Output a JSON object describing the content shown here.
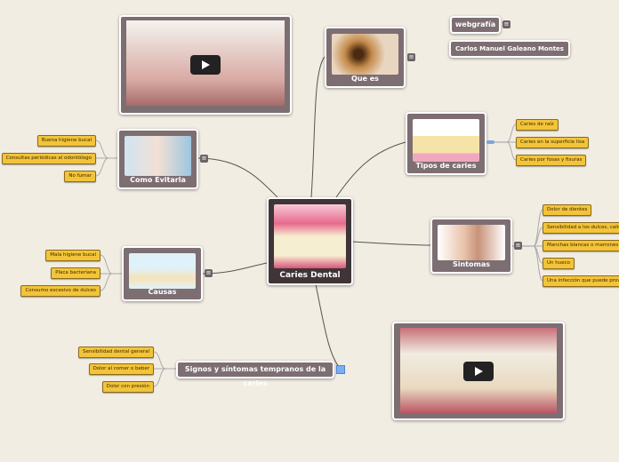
{
  "central": {
    "label": "Caries Dental"
  },
  "que_es": {
    "label": "Que es"
  },
  "webgrafia": {
    "label": "webgrafía",
    "author": "Carlos Manuel Galeano Montes"
  },
  "tipos": {
    "label": "Tipos de caries",
    "items": [
      "Caries de raíz",
      "Caries en la superficie lisa",
      "Caries por fosas y fisuras"
    ]
  },
  "evitarla": {
    "label": "Como Evitarla",
    "items": [
      "Buena higiene bucal",
      "Consultas periódicas al odontólogo",
      "No fumar"
    ]
  },
  "sintomas": {
    "label": "Sintomas",
    "items": [
      "Dolor de dientes",
      "Sensibilidad a los dulces, calie",
      "Manchas blancas o marrones",
      "Un hueco",
      "Una infección que puede prov"
    ]
  },
  "causas": {
    "label": "Causas",
    "items": [
      "Mala higiene bucal",
      "Placa bacteriana",
      "Consumo excesivo de dulces"
    ]
  },
  "signos": {
    "label": "Signos y síntomas tempranos de la caries",
    "items": [
      "Sensibilidad dental general",
      "Dolor al comer o beber",
      "Dolor con presión"
    ]
  },
  "colors": {
    "background": "#f2ede3",
    "node": "#7d6e72",
    "leaf": "#f3c43a"
  }
}
